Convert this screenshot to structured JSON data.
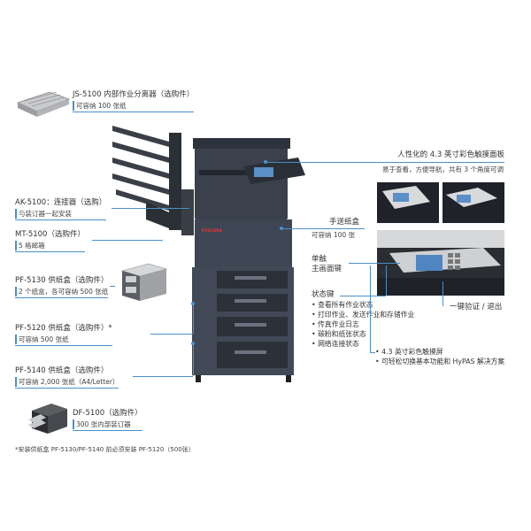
{
  "labels": {
    "js5100": {
      "title": "JS-5100 内部作业分离器（选购件）",
      "desc": "可容纳 100 张纸"
    },
    "ak5100": {
      "title": "AK-5100：连接器（选购）",
      "desc": "与装订器一起安装"
    },
    "mt5100": {
      "title": "MT-5100（选购件）",
      "desc": "5 格邮箱"
    },
    "pf5130": {
      "title": "PF-5130 供纸盒（选购件）",
      "desc": "2 个纸盒，各可容纳 500 张纸"
    },
    "pf5120": {
      "title": "PF-5120 供纸盒（选购件）*",
      "desc": "可容纳 500 张纸"
    },
    "pf5140": {
      "title": "PF-5140 供纸盒（选购件）",
      "desc": "可容纳 2,000 张纸（A4/Letter）"
    },
    "df5100": {
      "title": "DF-5100（选购件）",
      "desc": "300 张内部装订器"
    },
    "touch_panel": {
      "title": "人性化的 4.3 英寸彩色触摸面板",
      "desc": "易于查看，方便导航，共有 3 个角度可调"
    },
    "manual_tray": {
      "title": "手送纸盒",
      "desc": "可容纳 100 张"
    },
    "single_touch": {
      "line1": "单触",
      "line2": "主画面键"
    },
    "status_keys": {
      "title": "状态键",
      "items": [
        "查看所有作业状态",
        "打印作业、发送作业和存储作业",
        "传真作业日志",
        "碳粉和纸张状态",
        "网络连接状态"
      ]
    },
    "login_logout": "一键验证 / 退出",
    "touchscreen": {
      "items": [
        "4.3 英寸彩色触摸屏",
        "可轻松切换基本功能和 HyPAS 解决方案"
      ]
    }
  },
  "footnote": "*安装供纸盒 PF-5130/PF-5140 前必须安装 PF-5120（500张）",
  "brand": "KYOCERA",
  "colors": {
    "accent": "#4a90c8",
    "body": "#3e4654",
    "tray": "#30353f"
  }
}
